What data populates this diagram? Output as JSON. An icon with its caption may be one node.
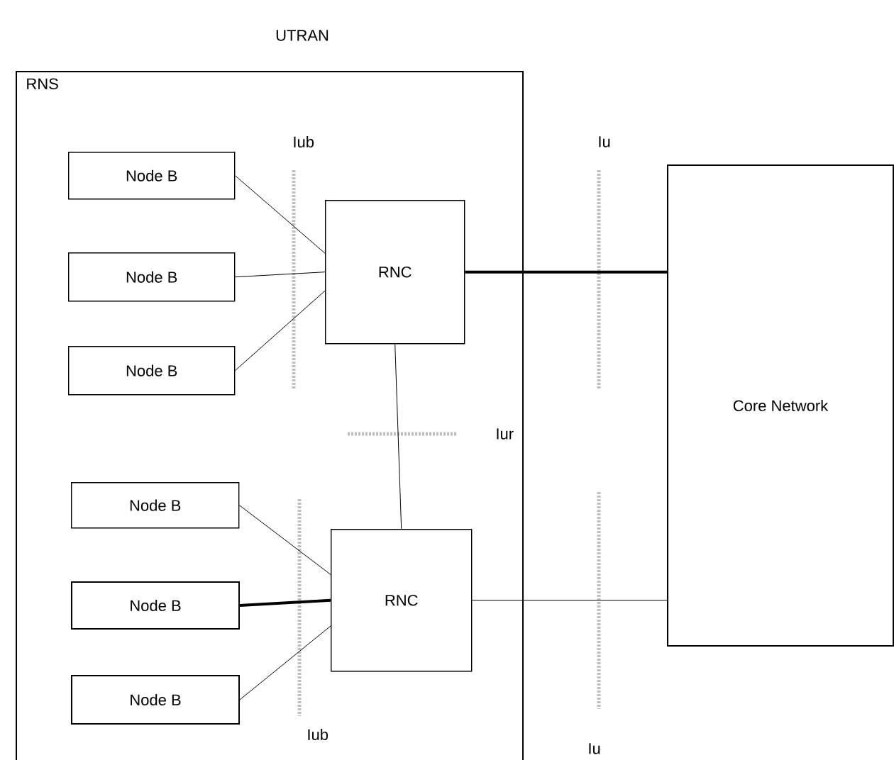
{
  "diagram": {
    "title": "UTRAN",
    "nodes": [
      {
        "text": [
          "RNS"
        ]
      },
      {
        "text": [
          "Node B"
        ],
        "in": 0
      },
      {
        "text": [
          "Node B"
        ],
        "in": 0
      },
      {
        "text": [
          "Node B"
        ],
        "in": 0
      },
      {
        "text": [
          "RNC"
        ],
        "in": 0
      },
      {
        "text": [
          "Core Network"
        ]
      },
      {
        "text": [
          "Node B"
        ],
        "in": 0
      },
      {
        "text": [
          "Node B"
        ],
        "in": 0
      },
      {
        "text": [
          "Node B"
        ],
        "in": 0
      },
      {
        "text": [
          "RNC"
        ],
        "in": 0
      }
    ],
    "edges": [
      {
        "from": 1,
        "to": 4,
        "arrow": "none"
      },
      {
        "from": 2,
        "to": 4,
        "arrow": "none"
      },
      {
        "from": 3,
        "to": 4,
        "arrow": "none"
      },
      {
        "from": 4,
        "to": 5,
        "arrow": "none",
        "style": "thick"
      },
      {
        "from": 4,
        "to": 9,
        "arrow": "none"
      },
      {
        "from": 6,
        "to": 9,
        "arrow": "none"
      },
      {
        "from": 7,
        "to": 9,
        "arrow": "none",
        "style": "thick"
      },
      {
        "from": 8,
        "to": 9,
        "arrow": "none"
      },
      {
        "from": 9,
        "to": 5,
        "arrow": "none"
      }
    ],
    "labels": [
      "Iub",
      "Iu",
      "Iur",
      "Iub",
      "Iu"
    ]
  }
}
